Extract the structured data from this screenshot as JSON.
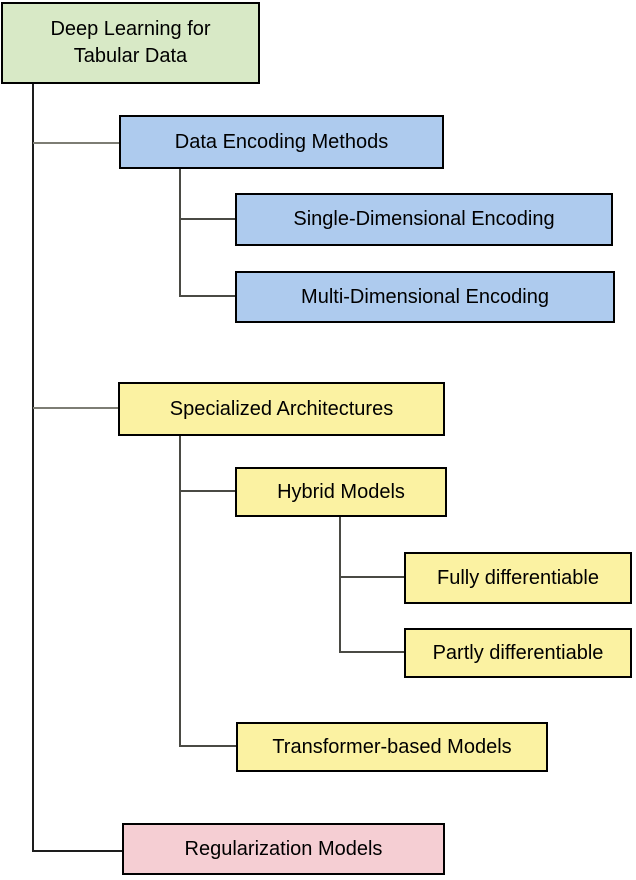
{
  "figure": {
    "type": "tree-diagram",
    "title": "Deep Learning for Tabular Data taxonomy"
  },
  "colors": {
    "root_green": "#d8e9c6",
    "encoding_blue": "#aecbee",
    "architecture_yellow": "#fbf2a2",
    "regularization_pink": "#f5ced3",
    "box_border": "#000000",
    "connector": "#4a4a44",
    "text": "#000000"
  },
  "tree": {
    "root": {
      "label": "Deep Learning for\nTabular Data",
      "fill": "#d8e9c6",
      "children": [
        {
          "label": "Data Encoding Methods",
          "fill": "#aecbee",
          "children": [
            {
              "label": "Single-Dimensional Encoding",
              "fill": "#aecbee",
              "children": []
            },
            {
              "label": "Multi-Dimensional Encoding",
              "fill": "#aecbee",
              "children": []
            }
          ]
        },
        {
          "label": "Specialized Architectures",
          "fill": "#fbf2a2",
          "children": [
            {
              "label": "Hybrid Models",
              "fill": "#fbf2a2",
              "children": [
                {
                  "label": "Fully differentiable",
                  "fill": "#fbf2a2",
                  "children": []
                },
                {
                  "label": "Partly differentiable",
                  "fill": "#fbf2a2",
                  "children": []
                }
              ]
            },
            {
              "label": "Transformer-based Models",
              "fill": "#fbf2a2",
              "children": []
            }
          ]
        },
        {
          "label": "Regularization Models",
          "fill": "#f5ced3",
          "children": []
        }
      ]
    }
  }
}
